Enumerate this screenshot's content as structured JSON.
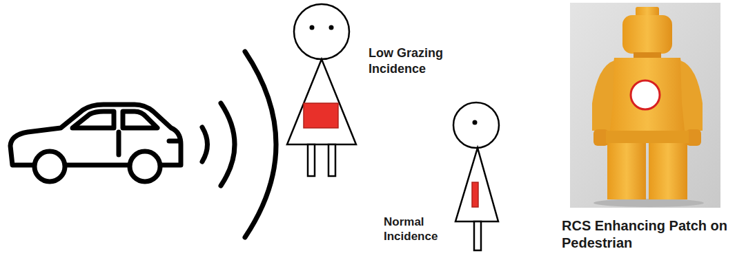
{
  "diagram": {
    "labels": [
      "Low Grazing Incidence",
      "Normal Incidence",
      "RCS Enhancing Patch on Pedestrian"
    ]
  }
}
